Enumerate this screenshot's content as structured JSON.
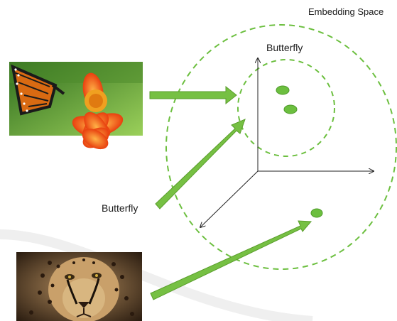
{
  "diagram": {
    "title": "Embedding Space",
    "cluster_label": "Butterfly",
    "text_input_label": "Butterfly",
    "inputs": [
      {
        "kind": "image",
        "subject": "butterfly-on-flower-photo"
      },
      {
        "kind": "text",
        "subject": "Butterfly"
      },
      {
        "kind": "image",
        "subject": "cheetah-photo"
      }
    ],
    "colors": {
      "accent_green": "#6cbf3f",
      "arrow_green": "#76c043",
      "arrow_outline": "#5a9e2c",
      "axis": "#222222"
    }
  }
}
